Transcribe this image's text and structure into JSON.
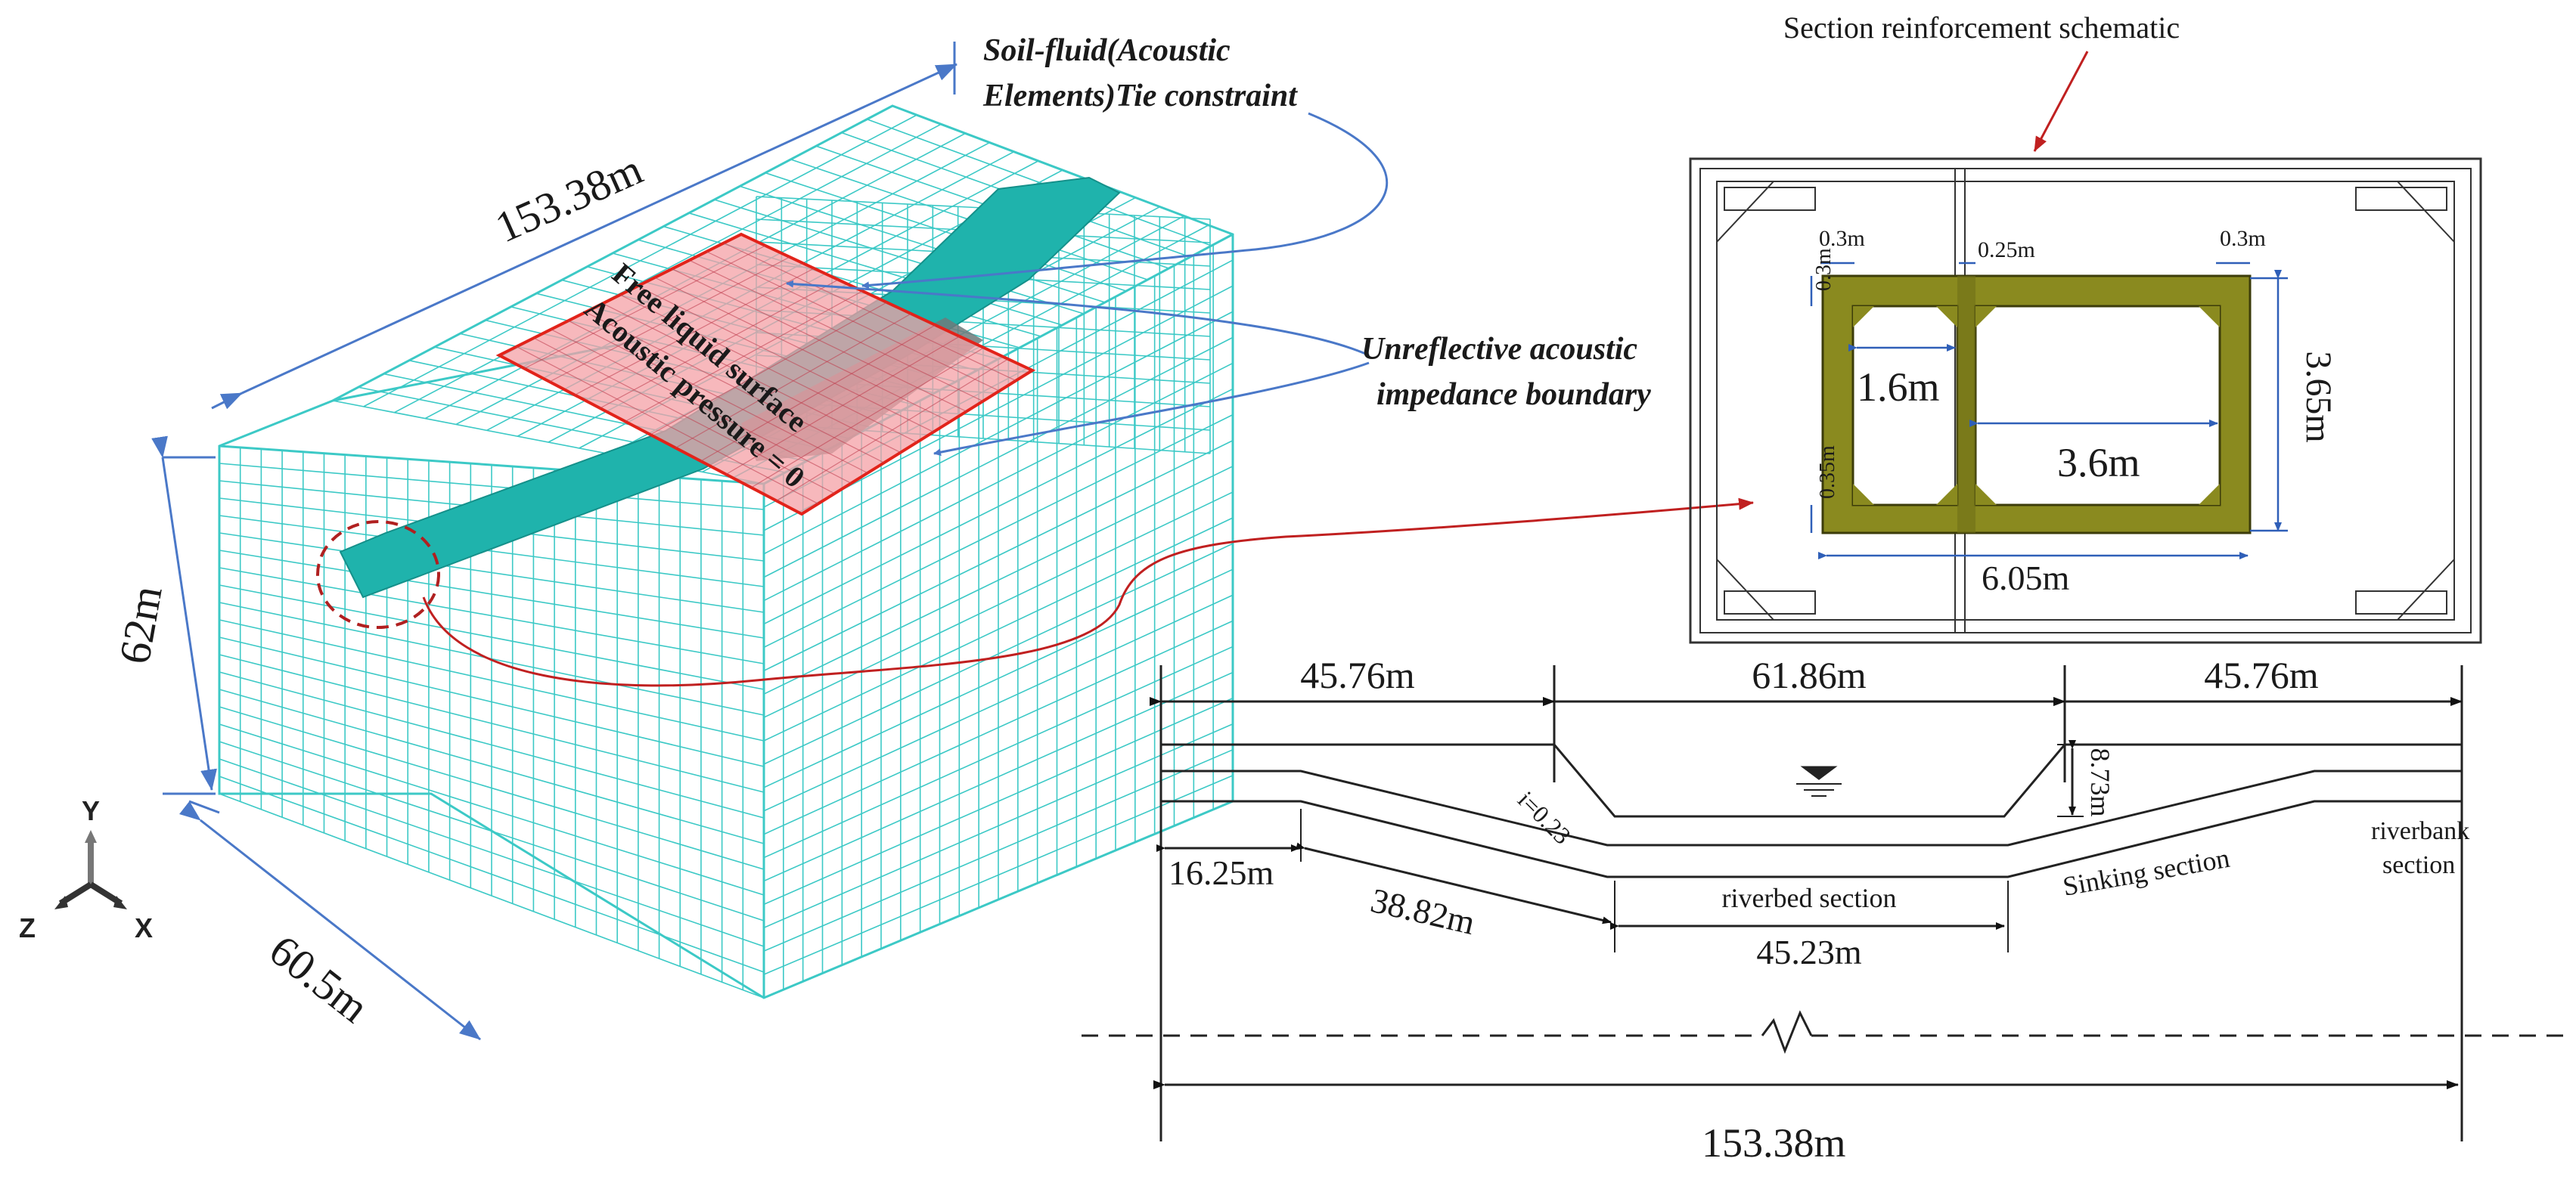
{
  "model3d": {
    "length_label": "153.38m",
    "height_label": "62m",
    "width_label": "60.5m",
    "callout_tie": [
      "Soil-fluid(Acoustic",
      "Elements)Tie constraint"
    ],
    "callout_boundary": [
      "Unreflective acoustic",
      "impedance boundary"
    ],
    "surface_label": [
      "Free liquid surface",
      "Acoustic pressure = 0"
    ],
    "axes": {
      "y": "Y",
      "z": "Z",
      "x": "X"
    }
  },
  "section": {
    "title": "Section reinforcement schematic",
    "dims": {
      "t_left": "0.3m",
      "t_mid": "0.25m",
      "t_right": "0.3m",
      "t_top_vertical": "0.3m",
      "t_bottom_vertical": "0.35m",
      "cell_left": "1.6m",
      "cell_right": "3.6m",
      "inner_height": "3.65m",
      "total_width": "6.05m"
    },
    "colors": {
      "concrete_outline": "#333333",
      "tube_fill": "#8a8a1f",
      "dim_blue": "#2f5fb8"
    }
  },
  "profile": {
    "span_left": "45.76m",
    "span_mid": "61.86m",
    "span_right": "45.76m",
    "depth": "8.73m",
    "slope": "i=0.23",
    "bank_flat": "16.25m",
    "sink_len": "38.82m",
    "bed_len": "45.23m",
    "total": "153.38m",
    "riverbed_label": "riverbed section",
    "sinking_label": "Sinking section",
    "riverbank_label": [
      "riverbank",
      "section"
    ]
  },
  "colors": {
    "mesh": "#3cc9c6",
    "tube": "#1fb3ac",
    "surface_red": "#e2231a",
    "arrow_blue": "#4a78c8",
    "link_red": "#c02020"
  }
}
